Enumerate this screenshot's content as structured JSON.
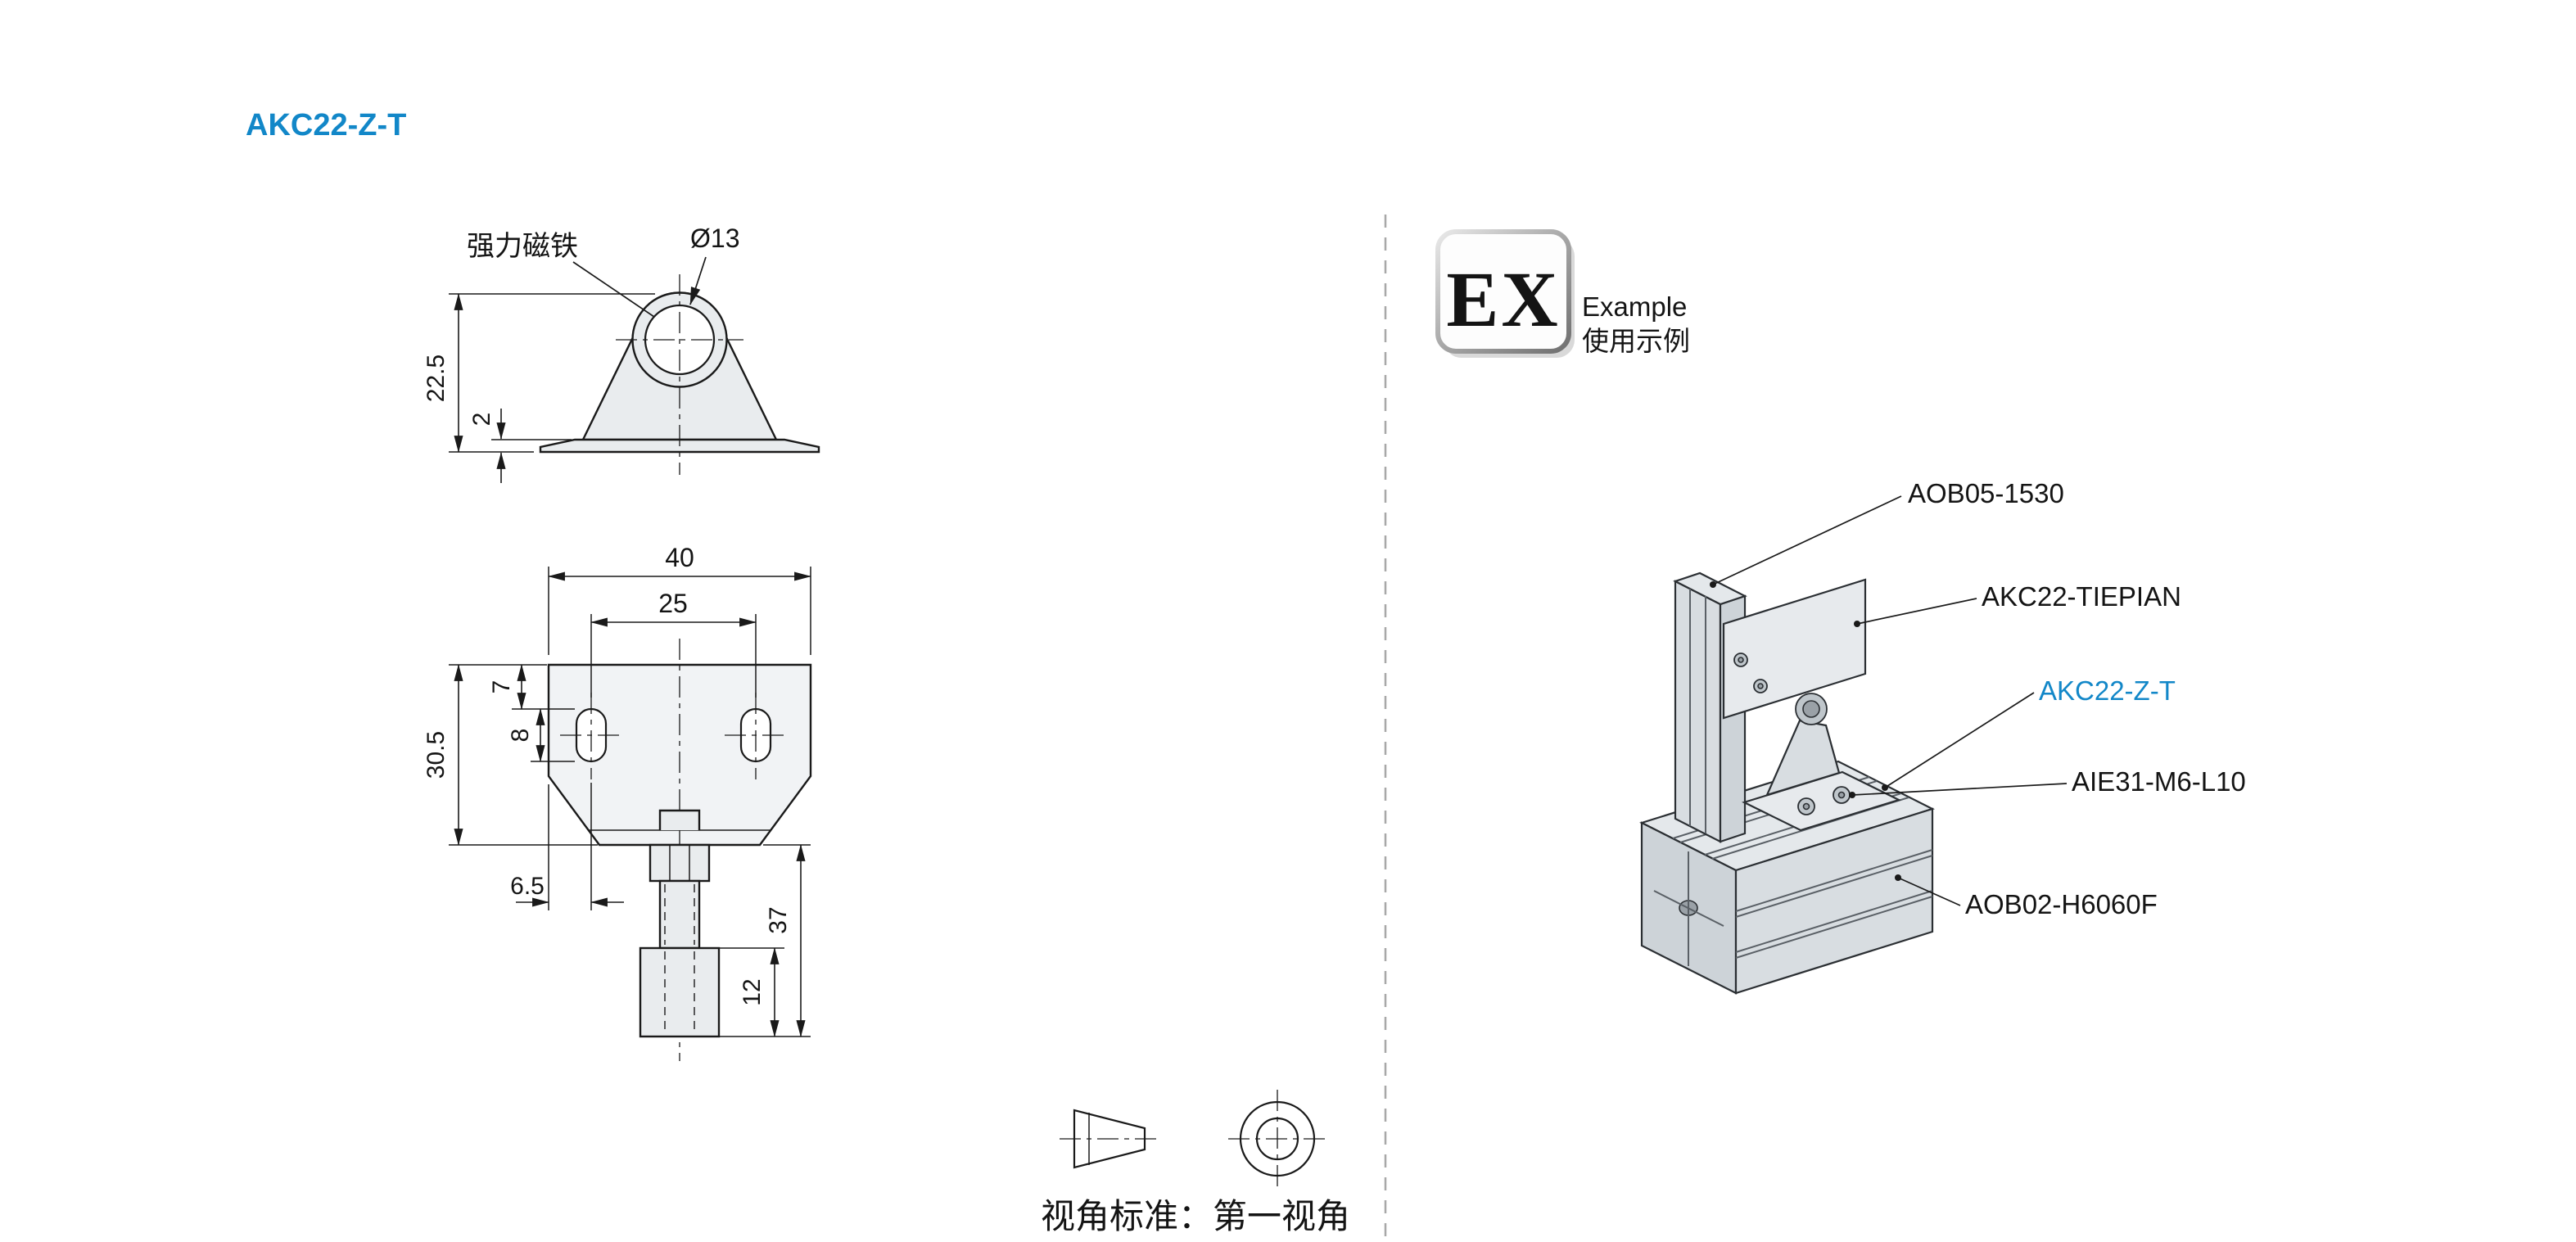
{
  "title": {
    "text": "AKC22-Z-T"
  },
  "front_view": {
    "magnet_label": "强力磁铁",
    "hole_dia": "Ø13",
    "dim_center_height": "22.5",
    "dim_plate_thickness": "2"
  },
  "bottom_view": {
    "dim_overall_width": "40",
    "dim_slot_pitch": "25",
    "dim_edge_to_slot_top": "7",
    "dim_slot_length": "8",
    "dim_overall_height": "30.5",
    "dim_edge_to_slot_center": "6.5",
    "dim_assembly_height": "37",
    "dim_magnet_height": "12"
  },
  "projection": {
    "caption": "视角标准：第一视角"
  },
  "example": {
    "badge_text": "EX",
    "caption_en": "Example",
    "caption_zh": "使用示例"
  },
  "component_labels": [
    {
      "text": "AOB05-1530"
    },
    {
      "text": "AKC22-TIEPIAN"
    },
    {
      "text": "AKC22-Z-T"
    },
    {
      "text": "AIE31-M6-L10"
    },
    {
      "text": "AOB02-H6060F"
    }
  ],
  "colors": {
    "accent_blue": "#1287c8",
    "line_color": "#1a1a1a",
    "part_fill": "#e9ecee",
    "divider_gray": "#a8a8a8"
  }
}
